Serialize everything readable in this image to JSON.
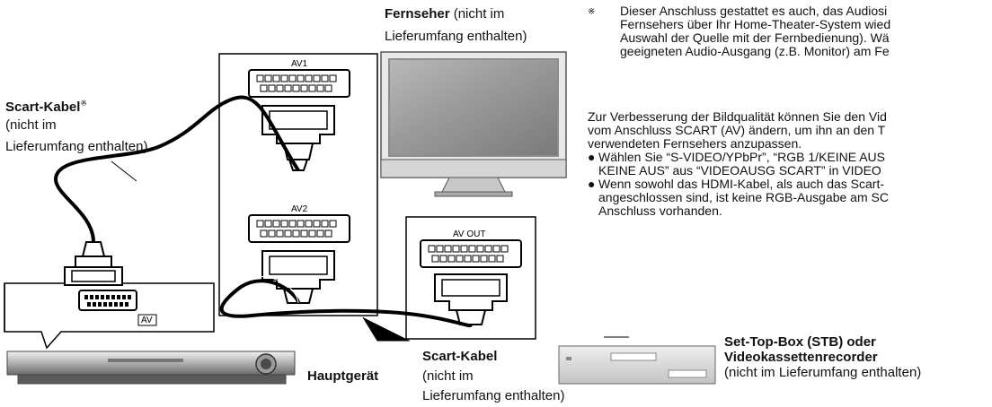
{
  "tv": {
    "name": "Fernseher",
    "note_line1": " (nicht im",
    "note_line2": "Lieferumfang enthalten)"
  },
  "tv_ports": {
    "av1": "AV1",
    "av2": "AV2"
  },
  "stb_port": {
    "av_out": "AV OUT"
  },
  "main_port": {
    "av": "AV"
  },
  "scart_top": {
    "name": "Scart-Kabel",
    "mark": "※",
    "line2": "(nicht im",
    "line3": "Lieferumfang enthalten)"
  },
  "scart_bottom": {
    "name": "Scart-Kabel",
    "line2": "(nicht im",
    "line3": "Lieferumfang enthalten)"
  },
  "main_unit": {
    "name": "Hauptgerät"
  },
  "stb": {
    "line1": "Set-Top-Box (STB) oder",
    "line2": "Videokassettenrecorder",
    "line3": "(nicht im Lieferumfang enthalten)"
  },
  "footnote": {
    "mark": "※",
    "lines": [
      "Dieser Anschluss gestattet es auch, das Audiosi",
      "Fernsehers über Ihr Home-Theater-System wied",
      "Auswahl der Quelle mit der Fernbedienung). Wä",
      "geeigneten Audio-Ausgang (z.B. Monitor) am Fe"
    ]
  },
  "quality": {
    "lines": [
      "Zur Verbesserung der Bildqualität können Sie den Vid",
      "vom Anschluss SCART (AV) ändern, um ihn an den T",
      "verwendeten Fernsehers anzupassen."
    ],
    "bullets": [
      [
        "Wählen Sie “S-VIDEO/YPbPr”, “RGB 1/KEINE AUS",
        "KEINE AUS” aus “VIDEOAUSG SCART” in VIDEO"
      ],
      [
        "Wenn sowohl das HDMI-Kabel, als auch das Scart-",
        "angeschlossen sind, ist keine RGB-Ausgabe am SC",
        "Anschluss vorhanden."
      ]
    ]
  }
}
